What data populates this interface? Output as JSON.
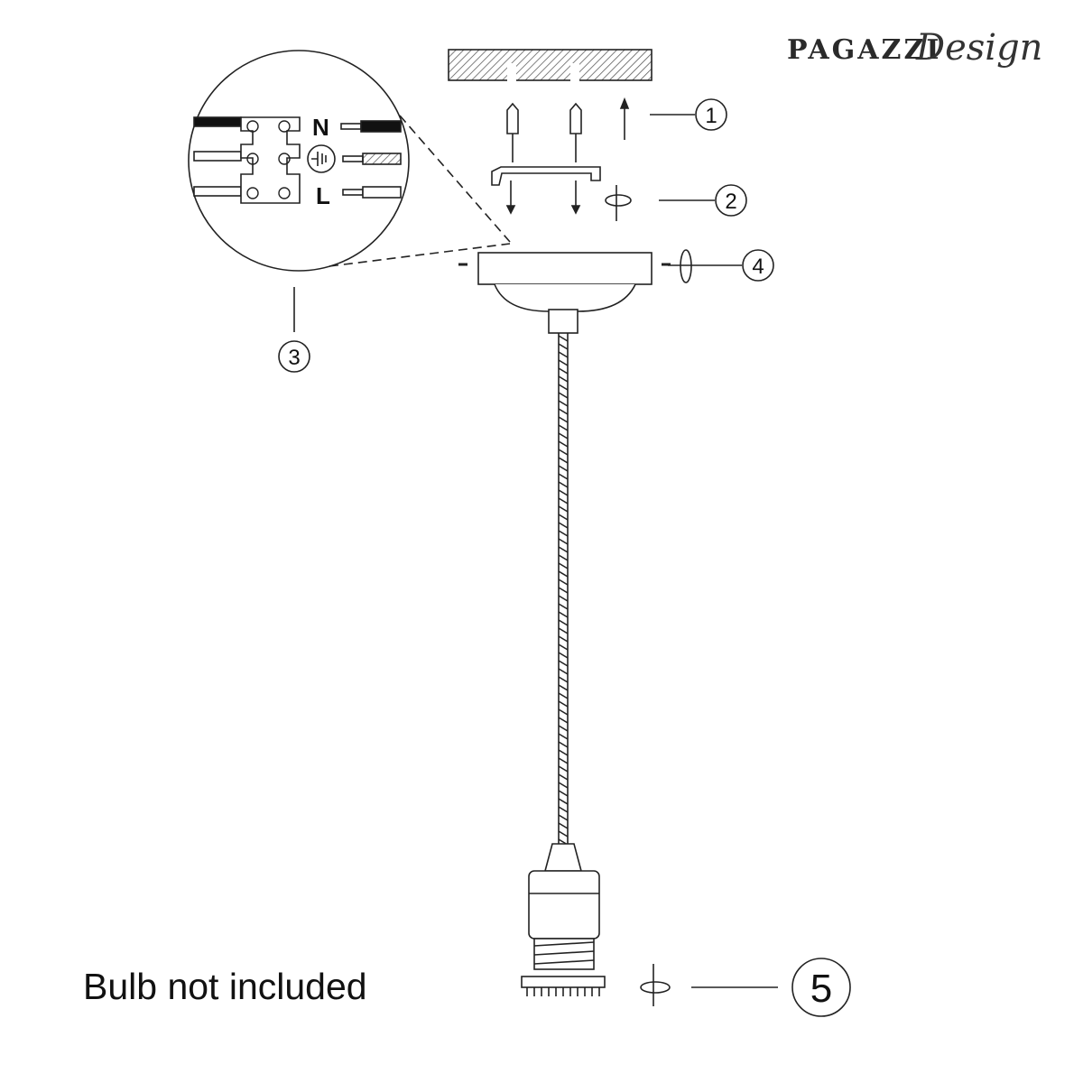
{
  "logo": {
    "brand": "PAGAZZI",
    "script": "Design"
  },
  "wiring": {
    "neutral": "N",
    "live": "L"
  },
  "steps": [
    "1",
    "2",
    "3",
    "4",
    "5"
  ],
  "note": "Bulb not included"
}
